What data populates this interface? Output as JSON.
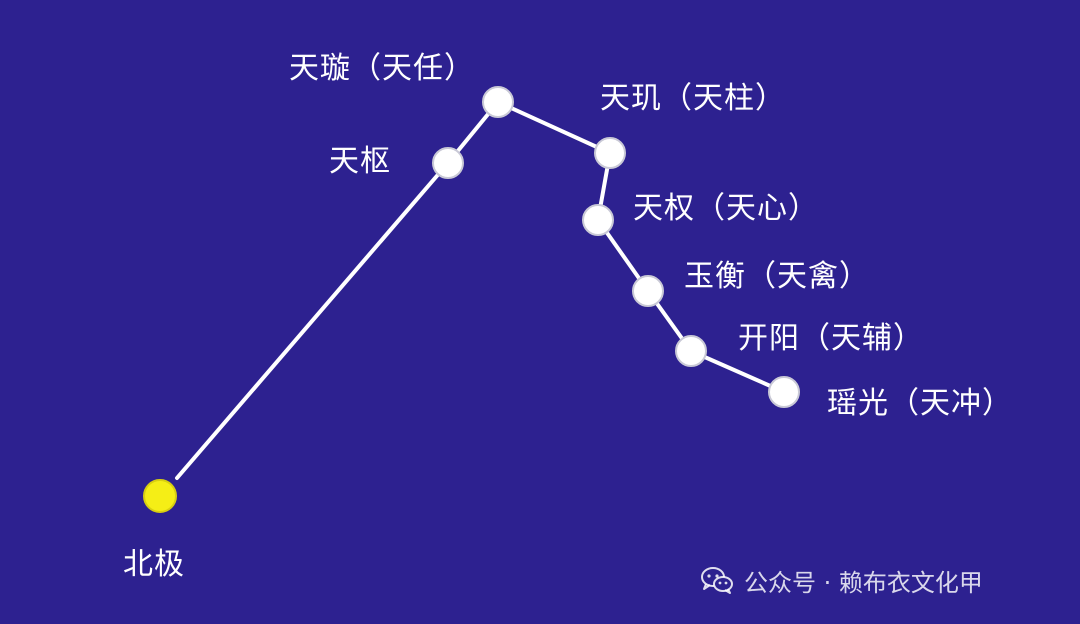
{
  "colors": {
    "background": "#2d2190",
    "star": "#ffffff",
    "star_stroke": "#c9c9d6",
    "pole_star": "#f5ee16",
    "line": "#ffffff"
  },
  "labels": {
    "tianshu": "天枢",
    "tianxuan": "天璇（天任）",
    "tianji": "天玑（天柱）",
    "tianquan": "天权（天心）",
    "yuheng": "玉衡（天禽）",
    "kaiyang": "开阳（天辅）",
    "yaoguang": "瑶光（天冲）",
    "beiji": "北极"
  },
  "watermark": {
    "text": "公众号 · 赖布衣文化甲",
    "icon": "wechat-icon"
  }
}
